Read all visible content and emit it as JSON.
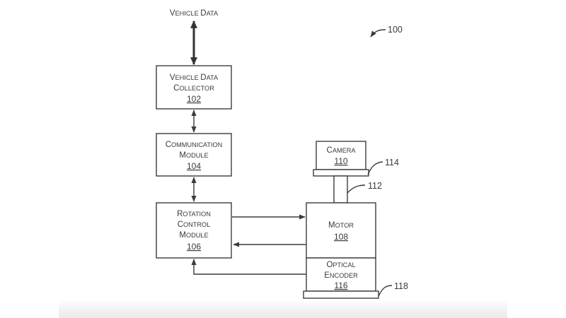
{
  "figure": {
    "reference": "100",
    "input_label": {
      "cap1": "V",
      "rest1": "EHICLE ",
      "cap2": "D",
      "rest2": "ATA"
    },
    "blocks": {
      "vehicle_data_collector": {
        "line1": {
          "cap1": "V",
          "rest1": "EHICLE ",
          "cap2": "D",
          "rest2": "ATA"
        },
        "line2": {
          "cap1": "C",
          "rest1": "OLLECTOR"
        },
        "number": "102"
      },
      "communication_module": {
        "line1": {
          "cap1": "C",
          "rest1": "OMMUNICATION"
        },
        "line2": {
          "cap1": "M",
          "rest1": "ODULE"
        },
        "number": "104"
      },
      "rotation_control_module": {
        "line1": {
          "cap1": "R",
          "rest1": "OTATION"
        },
        "line2": {
          "cap1": "C",
          "rest1": "ONTROL"
        },
        "line3": {
          "cap1": "M",
          "rest1": "ODULE"
        },
        "number": "106"
      },
      "motor": {
        "line1": {
          "cap1": "M",
          "rest1": "OTOR"
        },
        "number": "108"
      },
      "camera": {
        "line1": {
          "cap1": "C",
          "rest1": "AMERA"
        },
        "number": "110"
      },
      "optical_encoder": {
        "line1": {
          "cap1": "O",
          "rest1": "PTICAL"
        },
        "line2": {
          "cap1": "E",
          "rest1": "NCODER"
        },
        "number": "116"
      }
    },
    "callouts": {
      "shaft": "112",
      "camera_mount": "114",
      "base": "118"
    }
  }
}
